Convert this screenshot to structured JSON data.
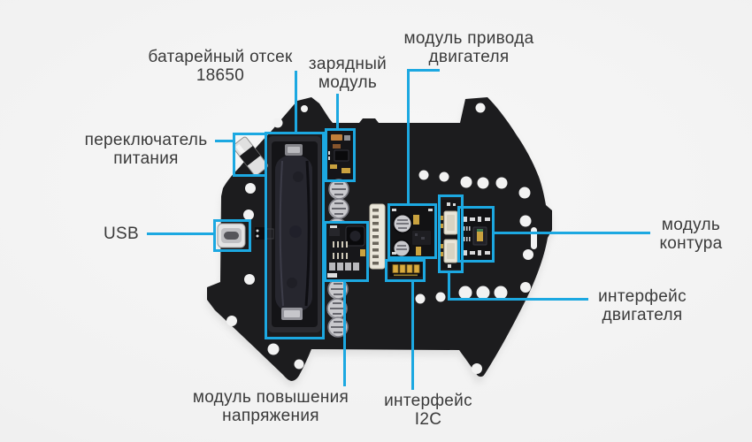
{
  "colors": {
    "accent": "#1ca8e1",
    "board": "#1c1c1e",
    "label_text": "#3a3a3a",
    "background": "#f1f1f1"
  },
  "diagram": {
    "labels": {
      "battery_compartment": {
        "text": "батарейный отсек\n18650"
      },
      "charging_module": {
        "text": "зарядный\nмодуль"
      },
      "motor_driver_module": {
        "text": "модуль привода\nдвигателя"
      },
      "power_switch": {
        "text": "переключатель\nпитания"
      },
      "usb": {
        "text": "USB"
      },
      "line_module": {
        "text": "модуль\nконтура"
      },
      "motor_interface": {
        "text": "интерфейс\nдвигателя"
      },
      "boost_module": {
        "text": "модуль повышения\nнапряжения"
      },
      "i2c_interface": {
        "text": "интерфейс\nI2C"
      }
    }
  }
}
